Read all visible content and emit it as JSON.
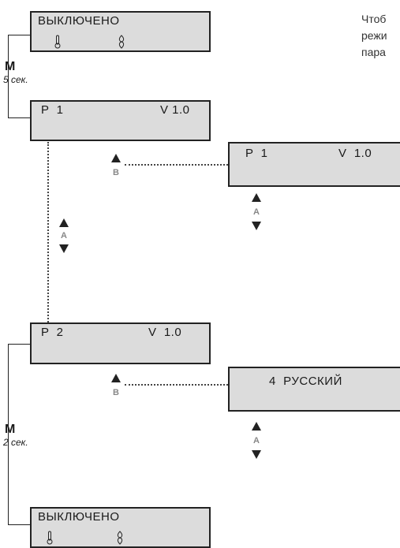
{
  "screens": {
    "off_top": {
      "text": "ВЫКЛЮЧЕНО"
    },
    "p1_left": {
      "param": "P  1",
      "version": "V 1.0"
    },
    "p1_right": {
      "param": "P  1",
      "version": "V  1.0"
    },
    "p2_left": {
      "param": "P  2",
      "version": "V  1.0"
    },
    "language": {
      "text": "4  РУССКИЙ"
    },
    "off_bottom": {
      "text": "ВЫКЛЮЧЕНО"
    }
  },
  "brackets": {
    "top": {
      "key": "M",
      "time": "5 сек."
    },
    "bottom": {
      "key": "M",
      "time": "2 сек."
    }
  },
  "buttons": {
    "a": "A",
    "b": "B"
  },
  "side_text": {
    "line1": "Чтоб",
    "line2": "режи",
    "line3": "пара"
  },
  "icons": {
    "thermometer": "thermometer-icon",
    "flame": "flame-icon"
  },
  "colors": {
    "lcd_background": "#dcdcdc",
    "border": "#222222",
    "button_letter": "#888888"
  }
}
